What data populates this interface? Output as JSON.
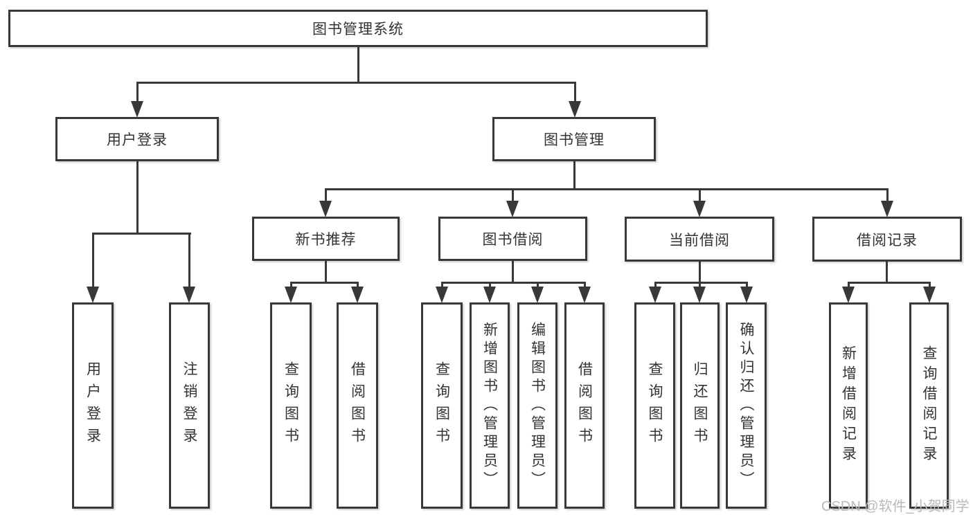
{
  "nodes": {
    "root": "图书管理系统",
    "user_login": "用户登录",
    "book_management": "图书管理",
    "new_book_recommend": "新书推荐",
    "book_borrow": "图书借阅",
    "current_borrow": "当前借阅",
    "borrow_record": "借阅记录",
    "leaves": {
      "user_login_1": "用户登录",
      "user_login_2": "注销登录",
      "new_book_1": "查询图书",
      "new_book_2": "借阅图书",
      "borrow_1": "查询图书",
      "borrow_2": "新增图书（管理员）",
      "borrow_3": "编辑图书（管理员）",
      "borrow_4": "借阅图书",
      "current_1": "查询图书",
      "current_2": "归还图书",
      "current_3": "确认归还（管理员）",
      "record_1": "新增借阅记录",
      "record_2": "查询借阅记录"
    }
  },
  "watermark": "CSDN @软件_小贺同学",
  "colors": {
    "line": "#383838",
    "text": "#333333",
    "background": "#ffffff",
    "watermark": "#b9b9b9"
  }
}
